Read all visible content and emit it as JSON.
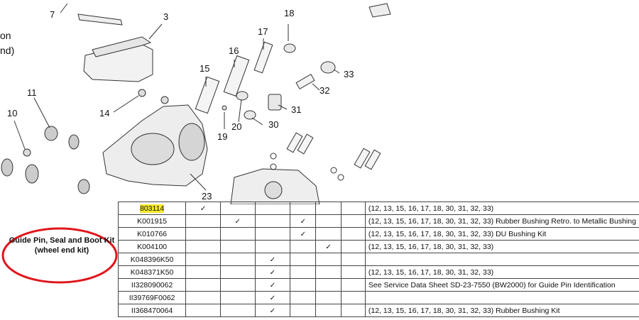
{
  "left_edge_text": [
    "on",
    "nd)"
  ],
  "callouts": [
    "7",
    "3",
    "18",
    "17",
    "16",
    "33",
    "15",
    "32",
    "11",
    "14",
    "31",
    "10",
    "20",
    "30",
    "19",
    "23"
  ],
  "kit_label": {
    "line1": "Guide Pin, Seal and Boot Kit",
    "line2": "(wheel end kit)"
  },
  "check_mark": "✓",
  "rows": [
    {
      "part": "803114",
      "highlight": true,
      "checks": [
        true,
        false,
        false,
        false,
        false,
        false
      ],
      "desc": "(12, 13, 15, 16, 17, 18, 30, 31, 32, 33)"
    },
    {
      "part": "K001915",
      "highlight": false,
      "checks": [
        false,
        true,
        false,
        true,
        false,
        false
      ],
      "desc": "(12, 13, 15, 16, 17, 18, 30, 31, 32, 33) Rubber Bushing Retro. to Metallic Bushing"
    },
    {
      "part": "K010766",
      "highlight": false,
      "checks": [
        false,
        false,
        false,
        true,
        false,
        false
      ],
      "desc": "(12, 13, 15, 16, 17, 18, 30, 31, 32, 33) DU Bushing Kit"
    },
    {
      "part": "K004100",
      "highlight": false,
      "checks": [
        false,
        false,
        false,
        false,
        true,
        false
      ],
      "desc": "(12, 13, 15, 16, 17, 18, 30, 31, 32, 33)"
    },
    {
      "part": "K048396K50",
      "highlight": false,
      "checks": [
        false,
        false,
        true,
        false,
        false,
        false
      ],
      "desc": ""
    },
    {
      "part": "K048371K50",
      "highlight": false,
      "checks": [
        false,
        false,
        true,
        false,
        false,
        false
      ],
      "desc": "(12, 13, 15, 16, 17, 18, 30, 31, 32, 33)"
    },
    {
      "part": "II328090062",
      "highlight": false,
      "checks": [
        false,
        false,
        true,
        false,
        false,
        false
      ],
      "desc": "See Service Data Sheet SD-23-7550 (BW2000) for Guide Pin Identification"
    },
    {
      "part": "II39769F0062",
      "highlight": false,
      "checks": [
        false,
        false,
        true,
        false,
        false,
        false
      ],
      "desc": ""
    },
    {
      "part": "II368470064",
      "highlight": false,
      "checks": [
        false,
        false,
        true,
        false,
        false,
        false
      ],
      "desc": "(12, 13, 15, 16, 17, 18, 30, 31, 32, 33)  Rubber Bushing Kit"
    }
  ]
}
